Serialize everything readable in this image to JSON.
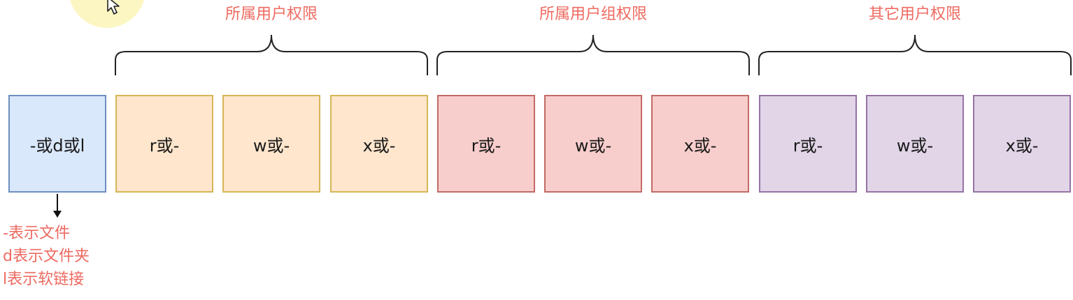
{
  "groups": [
    {
      "title": "所属用户权限"
    },
    {
      "title": "所属用户组权限"
    },
    {
      "title": "其它用户权限"
    }
  ],
  "type_cell": "-或d或l",
  "owner_cells": [
    "r或-",
    "w或-",
    "x或-"
  ],
  "group_cells": [
    "r或-",
    "w或-",
    "x或-"
  ],
  "other_cells": [
    "r或-",
    "w或-",
    "x或-"
  ],
  "notes": [
    "-表示文件",
    "d表示文件夹",
    "l表示软链接"
  ],
  "colors": {
    "title_text": "#ee6a60",
    "type_fill": "#dae8fc",
    "type_stroke": "#6c8ebf",
    "owner_fill": "#ffe6cc",
    "owner_stroke": "#d6b656",
    "group_fill": "#f8cecc",
    "group_stroke": "#c26a66",
    "other_fill": "#e1d5e7",
    "other_stroke": "#9673a6"
  }
}
